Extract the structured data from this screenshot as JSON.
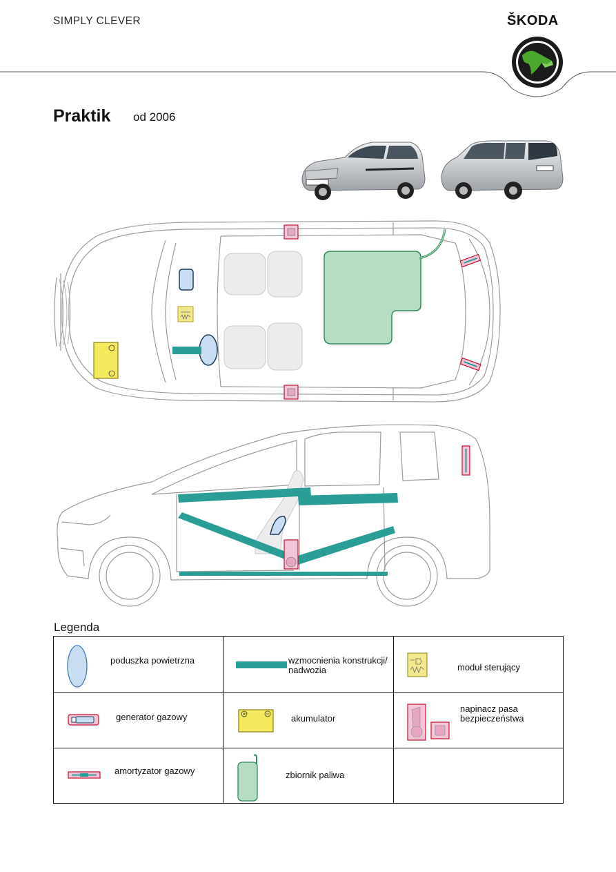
{
  "header": {
    "slogan": "SIMPLY CLEVER",
    "brand": "ŠKODA",
    "logo_icon": "skoda-winged-arrow-logo",
    "brand_color": "#4ba82e"
  },
  "page": {
    "title": "Praktik",
    "subtitle": "od 2006"
  },
  "colors": {
    "airbag": "#c9ddf2",
    "reinforcement": "#2a9d97",
    "control_module": "#f2e88d",
    "battery": "#f3ea5e",
    "seatbelt_tensioner": "#f2c6d8",
    "fuel_tank": "#b6dcc4",
    "outline_red": "#c8102e"
  },
  "legend": {
    "title": "Legenda",
    "items": [
      {
        "icon": "airbag-icon",
        "label": "poduszka powietrzna"
      },
      {
        "icon": "reinforcement-icon",
        "label": "wzmocnienia konstrukcji/ nadwozia"
      },
      {
        "icon": "control-module-icon",
        "label": "moduł sterujący"
      },
      {
        "icon": "gas-generator-icon",
        "label": "generator gazowy"
      },
      {
        "icon": "battery-icon",
        "label": "akumulator"
      },
      {
        "icon": "seatbelt-tensioner-icon",
        "label": "napinacz pasa bezpieczeństwa"
      },
      {
        "icon": "gas-strut-icon",
        "label": "amortyzator gazowy"
      },
      {
        "icon": "fuel-tank-icon",
        "label": "zbiornik paliwa"
      },
      {
        "icon": "",
        "label": ""
      }
    ]
  }
}
